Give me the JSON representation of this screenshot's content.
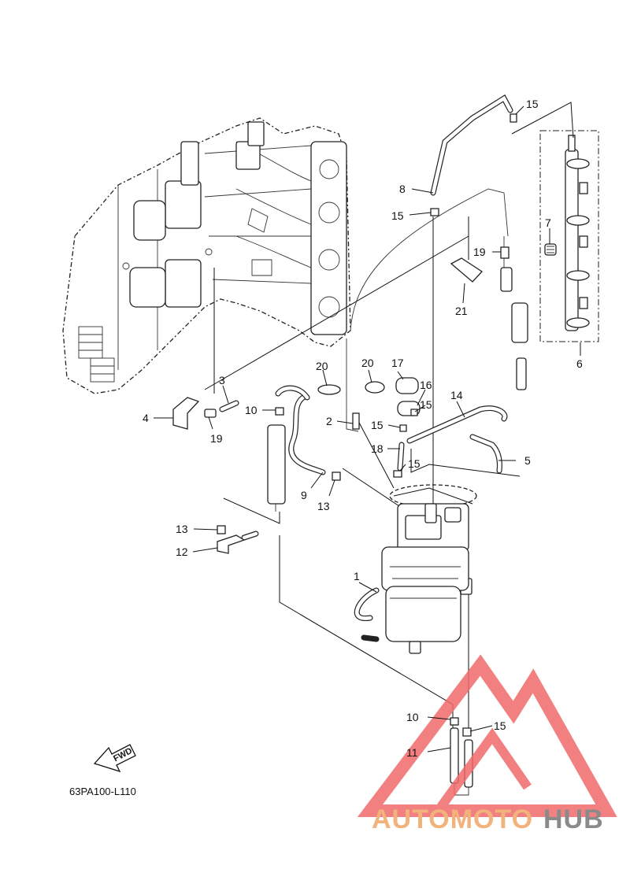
{
  "diagram": {
    "code": "63PA100-L110",
    "fwd_label": "FWD",
    "callouts": [
      {
        "id": "c1",
        "label": "1"
      },
      {
        "id": "c2",
        "label": "2"
      },
      {
        "id": "c3",
        "label": "3"
      },
      {
        "id": "c4",
        "label": "4"
      },
      {
        "id": "c5",
        "label": "5"
      },
      {
        "id": "c6",
        "label": "6"
      },
      {
        "id": "c7",
        "label": "7"
      },
      {
        "id": "c8",
        "label": "8"
      },
      {
        "id": "c9",
        "label": "9"
      },
      {
        "id": "c10a",
        "label": "10"
      },
      {
        "id": "c10b",
        "label": "10"
      },
      {
        "id": "c11",
        "label": "11"
      },
      {
        "id": "c12",
        "label": "12"
      },
      {
        "id": "c13a",
        "label": "13"
      },
      {
        "id": "c13b",
        "label": "13"
      },
      {
        "id": "c14",
        "label": "14"
      },
      {
        "id": "c15a",
        "label": "15"
      },
      {
        "id": "c15b",
        "label": "15"
      },
      {
        "id": "c15c",
        "label": "15"
      },
      {
        "id": "c15d",
        "label": "15"
      },
      {
        "id": "c15e",
        "label": "15"
      },
      {
        "id": "c16",
        "label": "16"
      },
      {
        "id": "c17",
        "label": "17"
      },
      {
        "id": "c18",
        "label": "18"
      },
      {
        "id": "c19a",
        "label": "19"
      },
      {
        "id": "c19b",
        "label": "19"
      },
      {
        "id": "c20a",
        "label": "20"
      },
      {
        "id": "c20b",
        "label": "20"
      },
      {
        "id": "c21",
        "label": "21"
      }
    ]
  },
  "watermark": {
    "word_a": "AUTOMOTO",
    "word_b": "HUB",
    "color_a": "#f2b27c",
    "color_b": "#8a8a8a",
    "logo_color": "#f06a6a"
  }
}
